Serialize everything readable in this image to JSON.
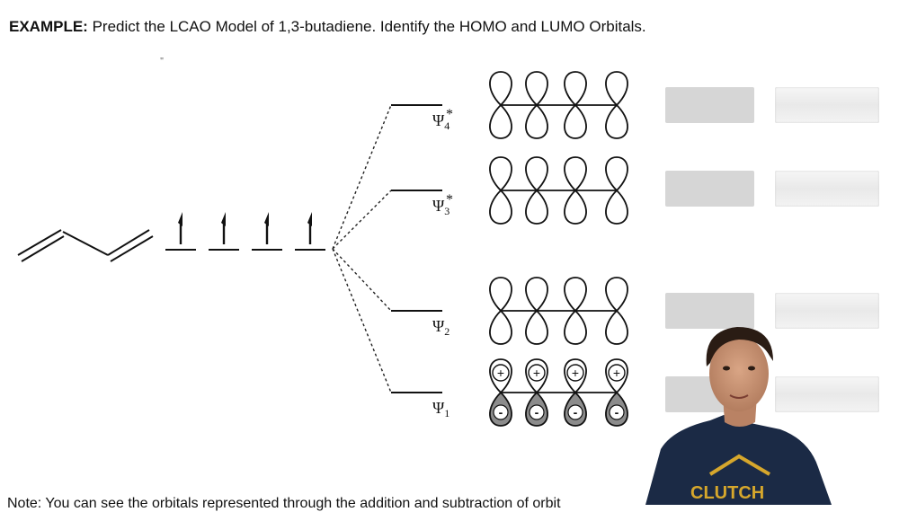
{
  "title": {
    "label": "EXAMPLE:",
    "text": "Predict the LCAO Model of 1,3-butadiene. Identify the HOMO and LUMO Orbitals."
  },
  "orbitals": [
    {
      "symbol": "Ψ",
      "sub": "4",
      "star": "*",
      "phases": null
    },
    {
      "symbol": "Ψ",
      "sub": "3",
      "star": "*",
      "phases": null
    },
    {
      "symbol": "Ψ",
      "sub": "2",
      "star": "",
      "phases": null
    },
    {
      "symbol": "Ψ",
      "sub": "1",
      "star": "",
      "phases": {
        "top": "+",
        "bottom": "-"
      }
    }
  ],
  "electron_count": 4,
  "note": {
    "text": "Note: You can see the orbitals represented through the addition and subtraction of orbit"
  },
  "presenter": {
    "shirt_text": "CLUTCH"
  },
  "colors": {
    "box_gray": "#d6d6d6",
    "box_light": "#eeeeee",
    "shirt": "#1b2a45",
    "logo": "#d6a72c"
  }
}
